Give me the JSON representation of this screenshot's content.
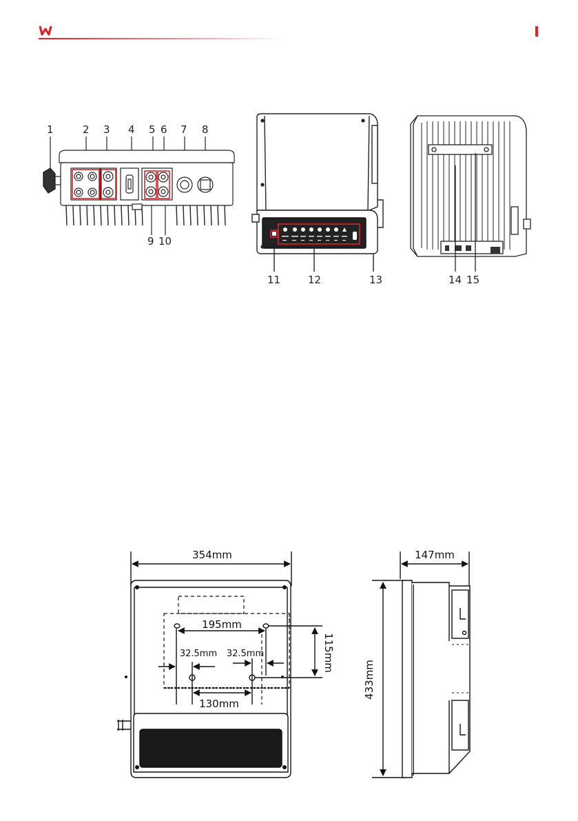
{
  "header": {
    "brand_color": "#d7262d",
    "logo_icon": "w-logo-icon",
    "page_marker_color": "#d7262d"
  },
  "overview": {
    "bottom_view": {
      "callouts_top": [
        "1",
        "2",
        "3",
        "4",
        "5",
        "6",
        "7",
        "8"
      ],
      "callouts_bottom": [
        "9",
        "10"
      ]
    },
    "front_view": {
      "callouts": [
        "11",
        "12",
        "13"
      ]
    },
    "back_view": {
      "callouts": [
        "14",
        "15"
      ]
    },
    "highlight_color": "#d7262d"
  },
  "dimensions": {
    "width": "354mm",
    "depth": "147mm",
    "height": "433mm",
    "hole_spacing_top": "195mm",
    "hole_spacing_bottom": "130mm",
    "vertical_spacing": "115mm",
    "offset_left": "32.5mm",
    "offset_right": "32.5mm"
  }
}
